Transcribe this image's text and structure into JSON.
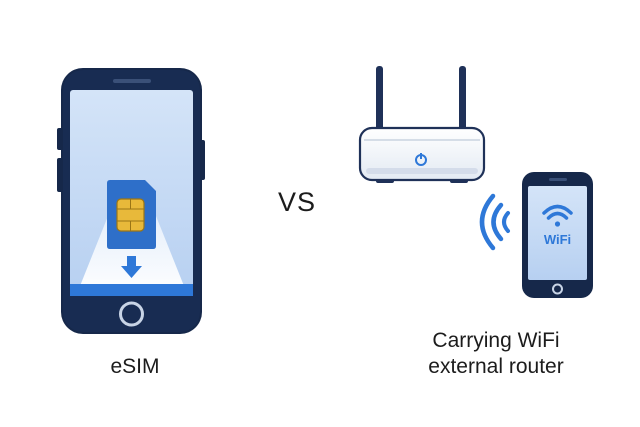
{
  "left": {
    "label": "eSIM",
    "icons": [
      "smartphone-icon",
      "sim-card-icon",
      "download-arrow-icon"
    ]
  },
  "divider": {
    "label": "VS"
  },
  "right": {
    "label_line1": "Carrying WiFi",
    "label_line2": "external router",
    "icons": [
      "wifi-router-icon",
      "power-icon",
      "signal-waves-icon",
      "smartphone-icon",
      "wifi-icon"
    ],
    "phone_screen_text": "WiFi"
  },
  "colors": {
    "navy": "#16284a",
    "screen_blue": "#c8dcf6",
    "accent_blue": "#2e78d8",
    "sim_gold": "#e8b93a",
    "router_white": "#f4f7fb"
  }
}
